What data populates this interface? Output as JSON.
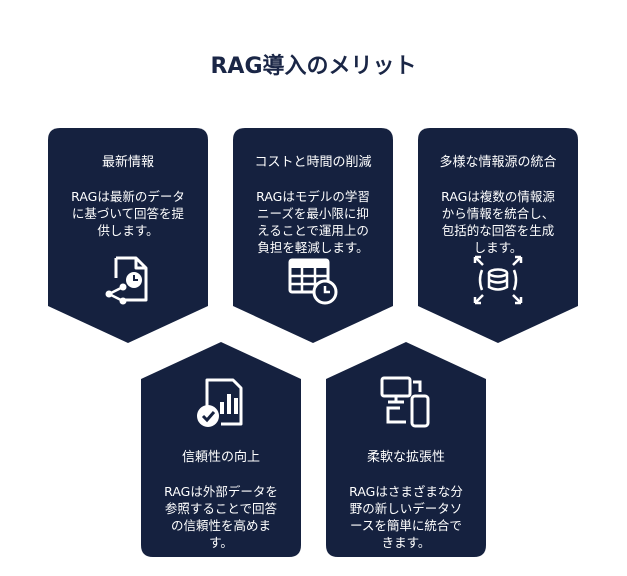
{
  "title": "RAG導入のメリット",
  "colors": {
    "card": "#15213f",
    "title": "#1a2646",
    "text": "#ffffff"
  },
  "cards": [
    {
      "heading": "最新情報",
      "lines": [
        "RAGは最新のデータ",
        "に基づいて回答を提",
        "供します。"
      ],
      "icon": "document-clock-share-icon"
    },
    {
      "heading": "コストと時間の削減",
      "lines": [
        "RAGはモデルの学習",
        "ニーズを最小限に抑",
        "えることで運用上の",
        "負担を軽減します。"
      ],
      "icon": "table-clock-icon"
    },
    {
      "heading": "多様な情報源の統合",
      "lines": [
        "RAGは複数の情報源",
        "から情報を統合し、",
        "包括的な回答を生成",
        "します。"
      ],
      "icon": "database-arrows-icon"
    },
    {
      "heading": "信頼性の向上",
      "lines": [
        "RAGは外部データを",
        "参照することで回答",
        "の信頼性を高めま",
        "す。"
      ],
      "icon": "document-chart-check-icon"
    },
    {
      "heading": "柔軟な拡張性",
      "lines": [
        "RAGはさまざまな分",
        "野の新しいデータソ",
        "ースを簡単に統合で",
        "きます。"
      ],
      "icon": "devices-connect-icon"
    }
  ]
}
